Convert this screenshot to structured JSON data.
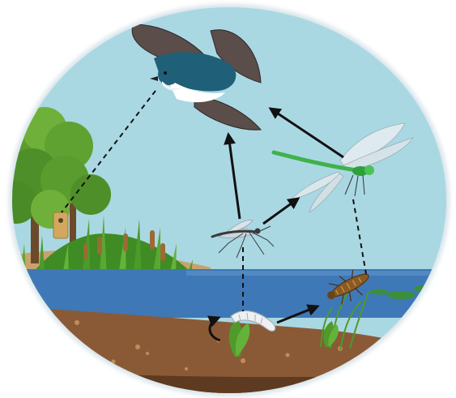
{
  "diagram": {
    "kind": "food-web",
    "organisms": [
      {
        "id": "swallow",
        "icon": "bird-icon"
      },
      {
        "id": "dragonfly",
        "icon": "dragonfly-icon"
      },
      {
        "id": "mosquito",
        "icon": "mosquito-icon"
      },
      {
        "id": "mosquito-larva",
        "icon": "larva-icon"
      },
      {
        "id": "dragonfly-nymph",
        "icon": "nymph-icon"
      },
      {
        "id": "tree-nest-box",
        "icon": "nest-box-icon"
      },
      {
        "id": "aquatic-plant",
        "icon": "plant-icon"
      }
    ],
    "feeding_links": [
      {
        "from": "mosquito",
        "to": "swallow"
      },
      {
        "from": "dragonfly",
        "to": "swallow"
      },
      {
        "from": "mosquito",
        "to": "dragonfly"
      },
      {
        "from": "mosquito-larva",
        "to": "dragonfly-nymph"
      },
      {
        "from": "aquatic-plant",
        "to": "mosquito-larva"
      }
    ],
    "life_stage_links": [
      {
        "from": "swallow",
        "to": "tree-nest-box"
      },
      {
        "from": "mosquito",
        "to": "mosquito-larva"
      },
      {
        "from": "dragonfly",
        "to": "dragonfly-nymph"
      }
    ],
    "colors": {
      "sky": "#a9d8e3",
      "water": "#3f78b7",
      "soil": "#8a5a36",
      "grass": "#4f9a2a",
      "arrow": "#111111",
      "swallow_back": "#1f5f78",
      "dragonfly": "#3fb24a"
    }
  }
}
